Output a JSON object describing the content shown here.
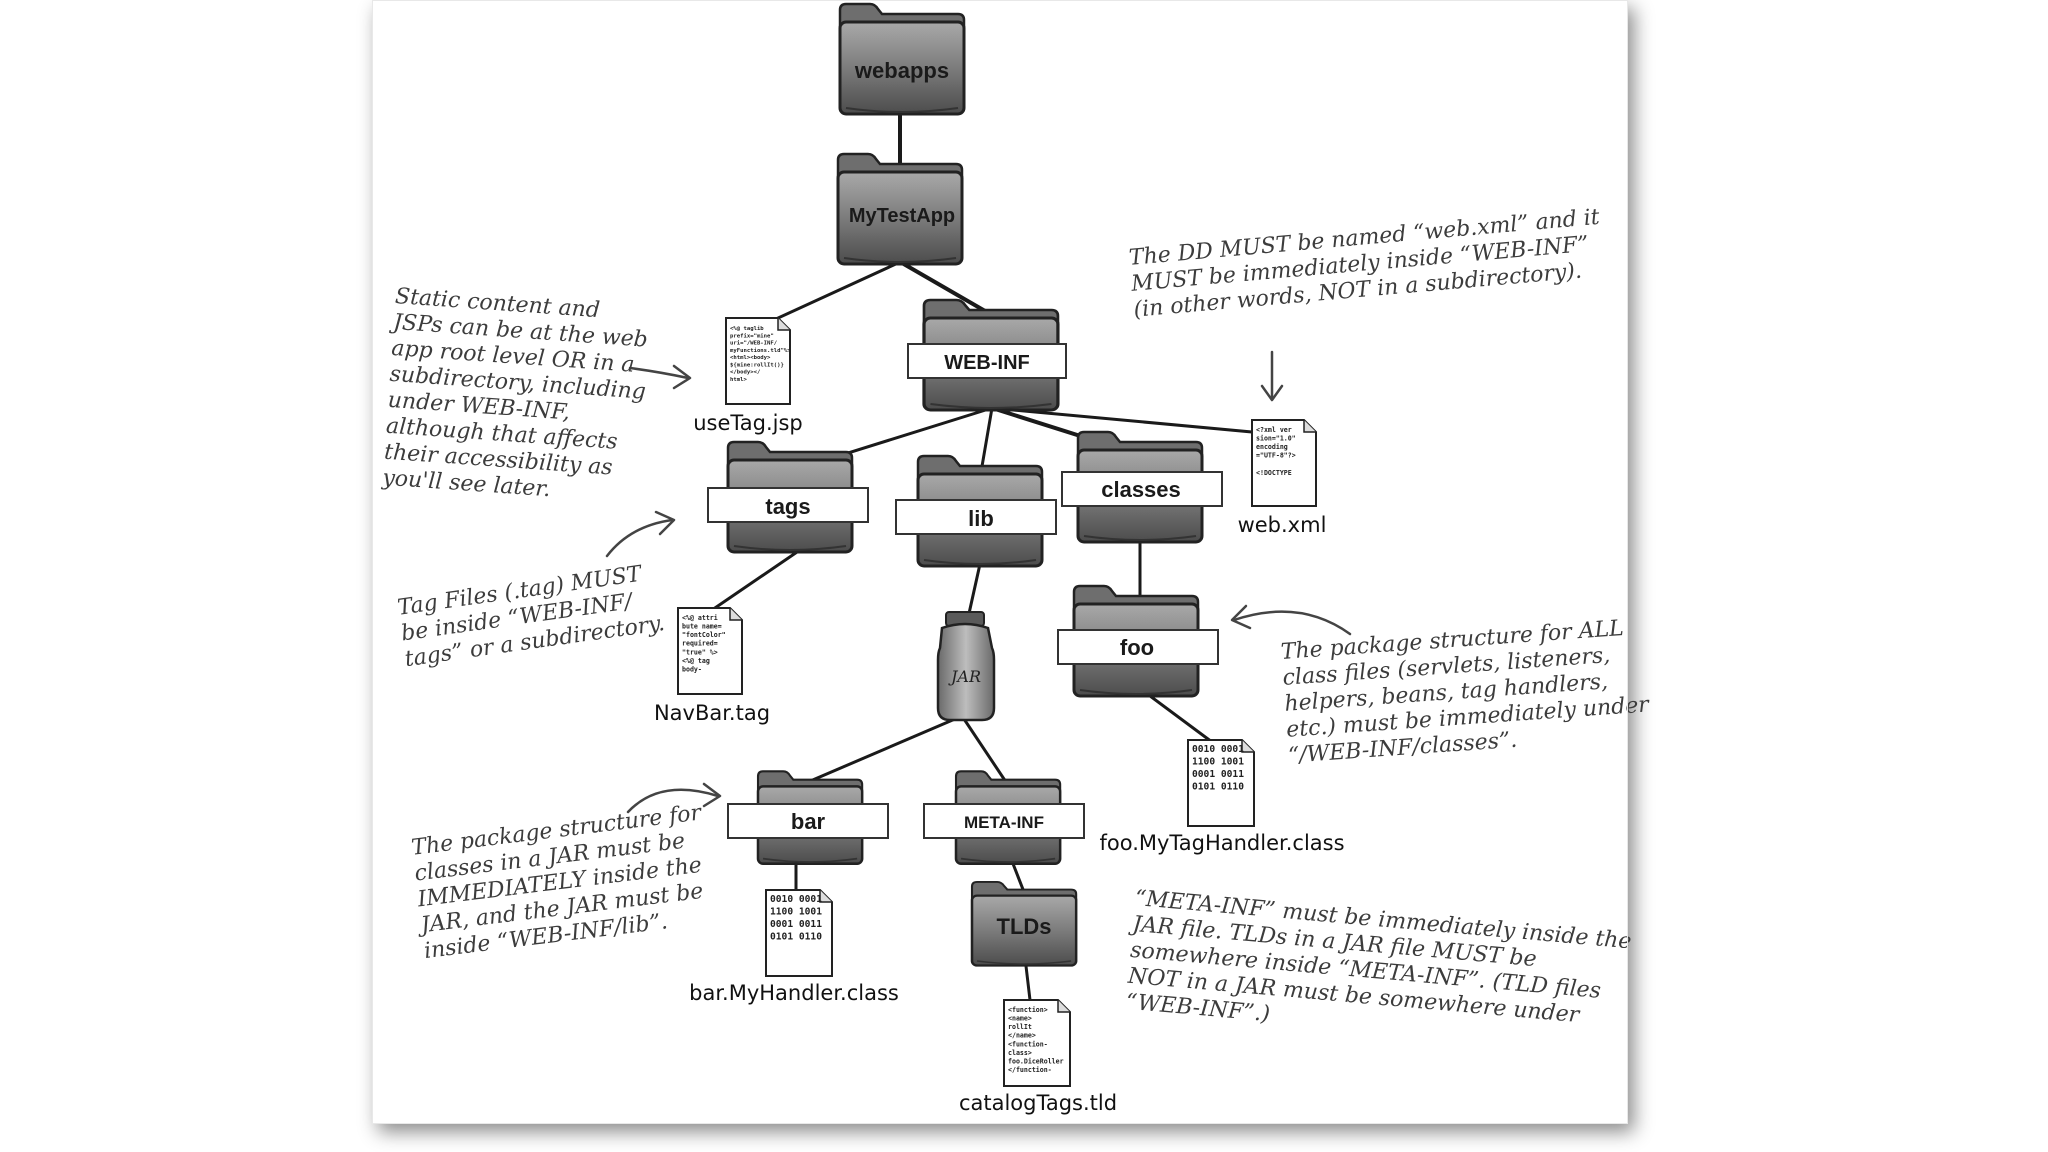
{
  "colors": {
    "folder_dark": "#4a4a4a",
    "folder_mid": "#8a8a8a",
    "folder_light": "#c8c8c8",
    "line": "#1a1a1a",
    "note_text": "#3c3c3c"
  },
  "folders": {
    "webapps": "webapps",
    "mytestapp": "MyTestApp",
    "webinf": "WEB-INF",
    "tags": "tags",
    "lib": "lib",
    "classes": "classes",
    "foo": "foo",
    "bar": "bar",
    "metainf": "META-INF",
    "tlds": "TLDs"
  },
  "jar_label": "JAR",
  "files": {
    "usetag": "useTag.jsp",
    "webxml": "web.xml",
    "navbar": "NavBar.tag",
    "foo_class": "foo.MyTagHandler.class",
    "bar_class": "bar.MyHandler.class",
    "catalog": "catalogTags.tld"
  },
  "file_contents": {
    "usetag": [
      "<%@ taglib",
      "prefix=\"mine\"",
      "uri=\"/WEB-INF/",
      "myFunctions.tld\"%>",
      "<html><body>",
      "${mine:rollIt()}",
      "</body></",
      "html>"
    ],
    "webxml": [
      "<?xml ver",
      "sion=\"1.0\"",
      "encoding",
      "=\"UTF-8\"?>",
      "",
      "<!DOCTYPE"
    ],
    "navbar": [
      "<%@ attri",
      "bute name=",
      "\"fontColor\"",
      "required=",
      "\"true\" %>",
      "<%@ tag",
      "body-"
    ],
    "foo_class": [
      "0010  0001",
      "1100  1001",
      "0001  0011",
      "0101  0110"
    ],
    "bar_class": [
      "0010  0001",
      "1100  1001",
      "0001  0011",
      "0101  0110"
    ],
    "catalog": [
      "<function>",
      "<name>",
      "rollIt",
      "</name>",
      "<function-",
      "class>",
      "foo.DiceRoller",
      "</function-"
    ]
  },
  "notes": {
    "static": [
      "Static content and",
      "JSPs can be at the web",
      "app root level OR in a",
      "subdirectory, including",
      "under WEB-INF,",
      "although that affects",
      "their accessibility as",
      "you'll see later."
    ],
    "dd": [
      "The DD MUST be named “web.xml” and it",
      "MUST be immediately inside “WEB-INF”",
      "(in other words, NOT in a subdirectory)."
    ],
    "tagfiles": [
      "Tag Files (.tag) MUST",
      "be inside “WEB-INF/",
      "tags” or a subdirectory."
    ],
    "package": [
      "The package structure for ALL",
      "class files (servlets, listeners,",
      "helpers, beans, tag handlers,",
      "etc.) must be immediately under",
      "“/WEB-INF/classes”."
    ],
    "jar": [
      "The package structure for",
      "classes in a JAR must be",
      "IMMEDIATELY inside the",
      "JAR, and the JAR must be",
      "inside “WEB-INF/lib”."
    ],
    "metainf": [
      "“META-INF” must be immediately inside the",
      "JAR file. TLDs in a JAR file MUST be",
      "somewhere inside “META-INF”. (TLD files",
      "NOT in a JAR must be somewhere under",
      "“WEB-INF”.)"
    ]
  }
}
